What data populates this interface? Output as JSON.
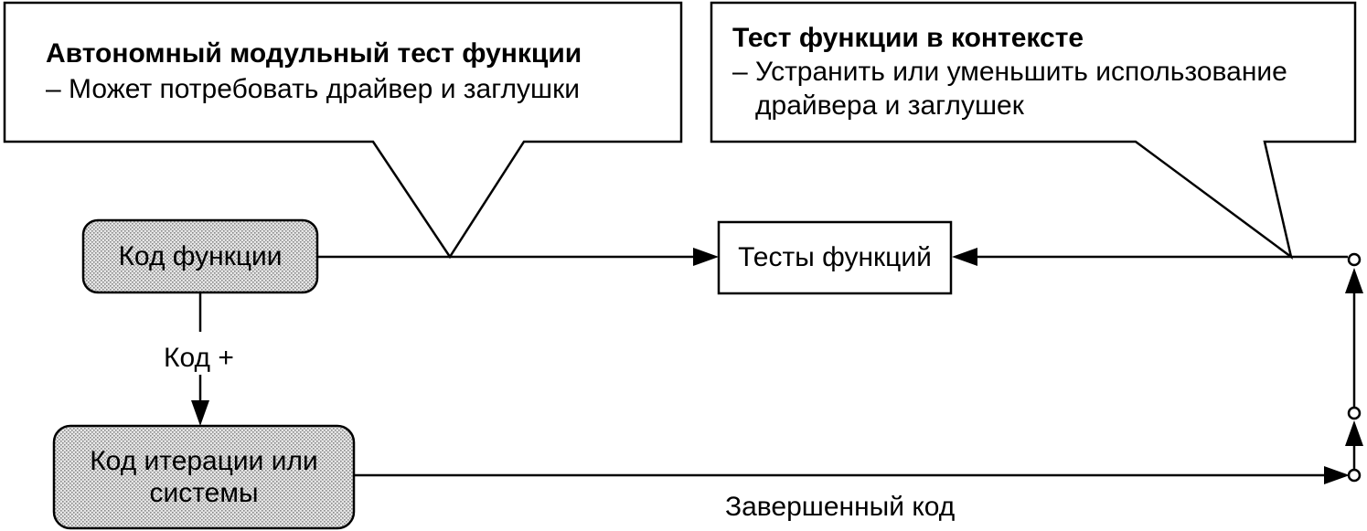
{
  "callouts": {
    "unit_test": {
      "title": "Автономный модульный тест функции",
      "line1": "– Может потребовать драйвер и заглушки"
    },
    "context_test": {
      "title": "Тест функции в контексте",
      "line1": "– Устранить или уменьшить использование",
      "line2": "драйвера и заглушек"
    }
  },
  "nodes": {
    "function_code": "Код функции",
    "function_tests": "Тесты функций",
    "iteration_code_line1": "Код итерации или",
    "iteration_code_line2": "системы"
  },
  "edge_labels": {
    "code_plus": "Код +",
    "completed_code": "Завершенный код"
  },
  "colors": {
    "ink": "#000000",
    "node_fill": "#cfcfcf",
    "background": "#ffffff"
  }
}
